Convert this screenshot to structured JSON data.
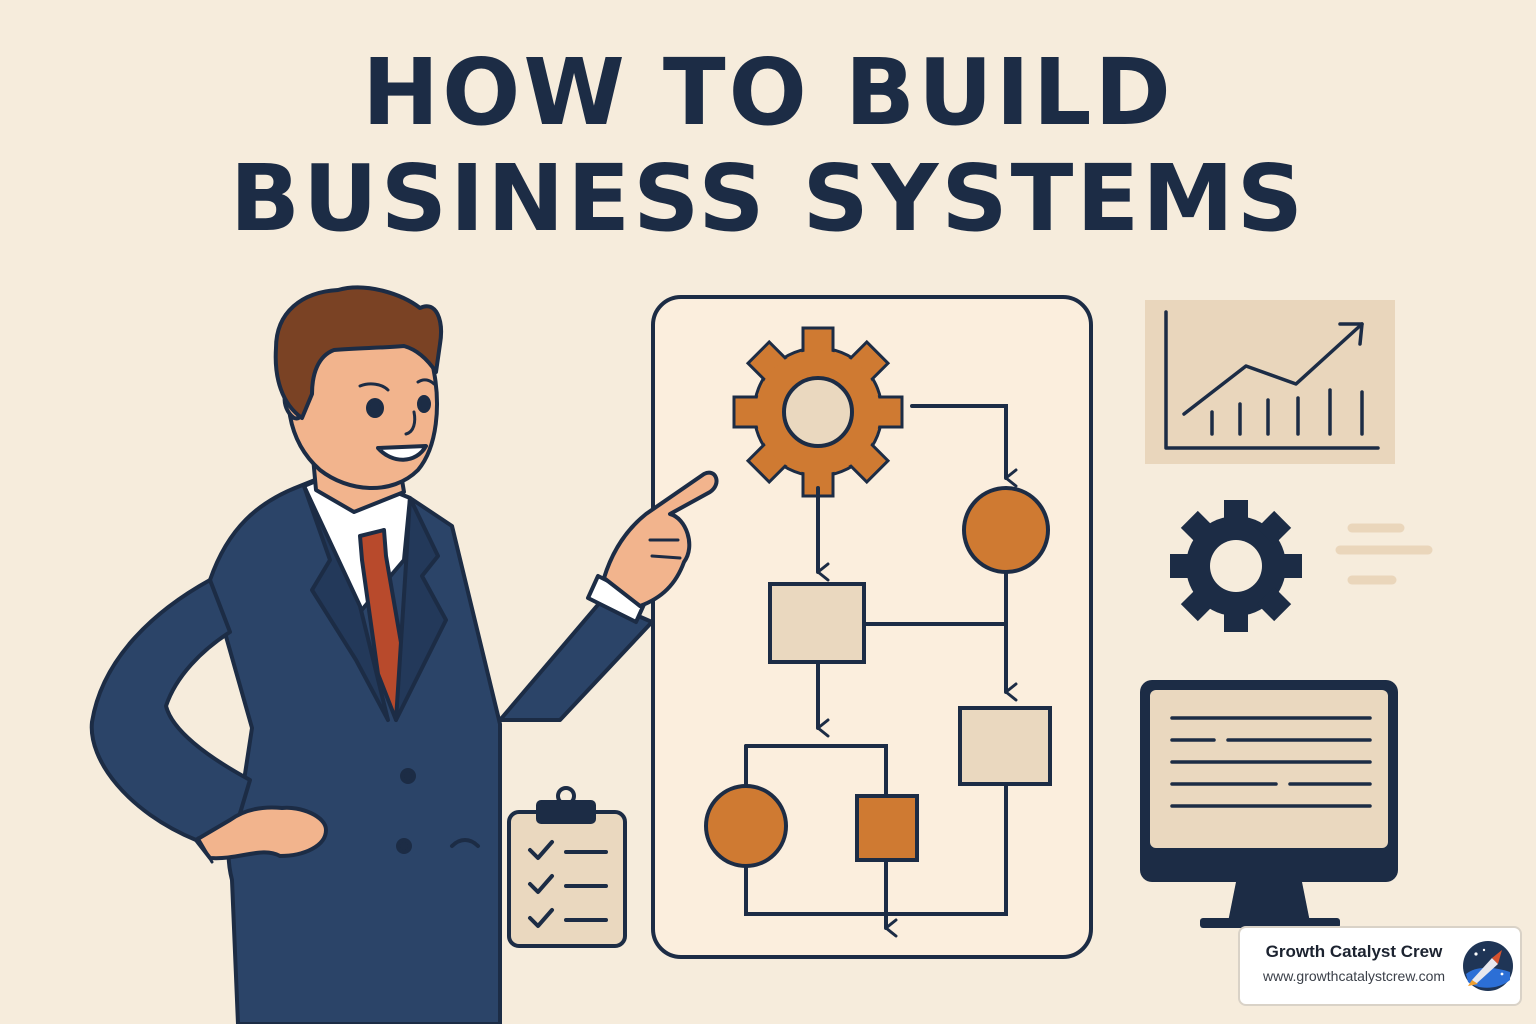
{
  "title": {
    "line1": "HOW TO BUILD",
    "line2": "BUSINESS SYSTEMS"
  },
  "brand": {
    "name": "Growth Catalyst Crew",
    "url": "www.growthcatalystcrew.com"
  },
  "icons": [
    "businessman",
    "flowchart-board",
    "gear-icon",
    "growth-chart-icon",
    "checklist-clipboard-icon",
    "monitor-icon",
    "brand-logo-icon"
  ],
  "colors": {
    "background": "#f6ecdc",
    "navy": "#1c2c45",
    "orange": "#cf7a32",
    "beige": "#ead8bf",
    "suit": "#2b4468"
  }
}
